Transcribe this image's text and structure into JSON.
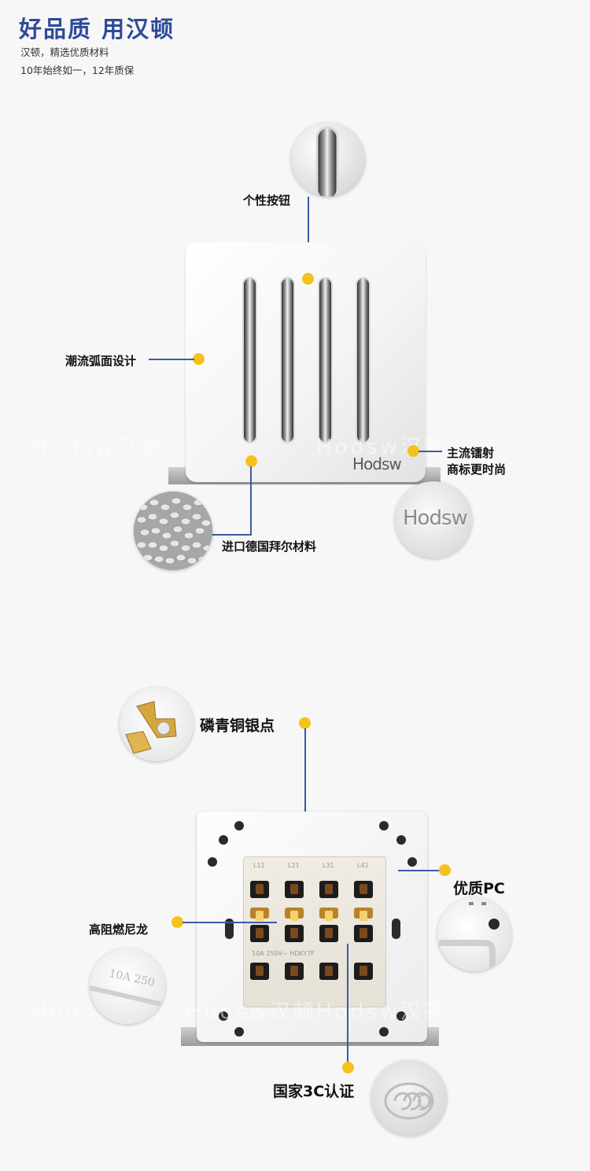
{
  "header": {
    "title": "好品质 用汉顿",
    "line1": "汉顿，精选优质材料",
    "line2": "10年始终如一，12年质保"
  },
  "front": {
    "callout_button": "个性按钮",
    "callout_surface": "潮流弧面设计",
    "callout_logo_line1": "主流镭射",
    "callout_logo_line2": "商标更时尚",
    "callout_material": "进口德国拜尔材料",
    "brand": "Hodsw",
    "watermark": "Hodsw汉顿"
  },
  "back": {
    "callout_contacts": "磷青铜银点",
    "callout_pc": "优质PC",
    "callout_nylon": "高阻燃尼龙",
    "callout_3c": "国家3C认证",
    "terminal_labels": [
      "L11",
      "L21",
      "L31",
      "L41"
    ],
    "rating_text": "10A 250V~ HDKY7F",
    "nylon_detail_text": "10A 250"
  },
  "colors": {
    "title_blue": "#2e4a9a",
    "leader_line": "#3d5aa8",
    "marker_yellow": "#f5c21b"
  }
}
